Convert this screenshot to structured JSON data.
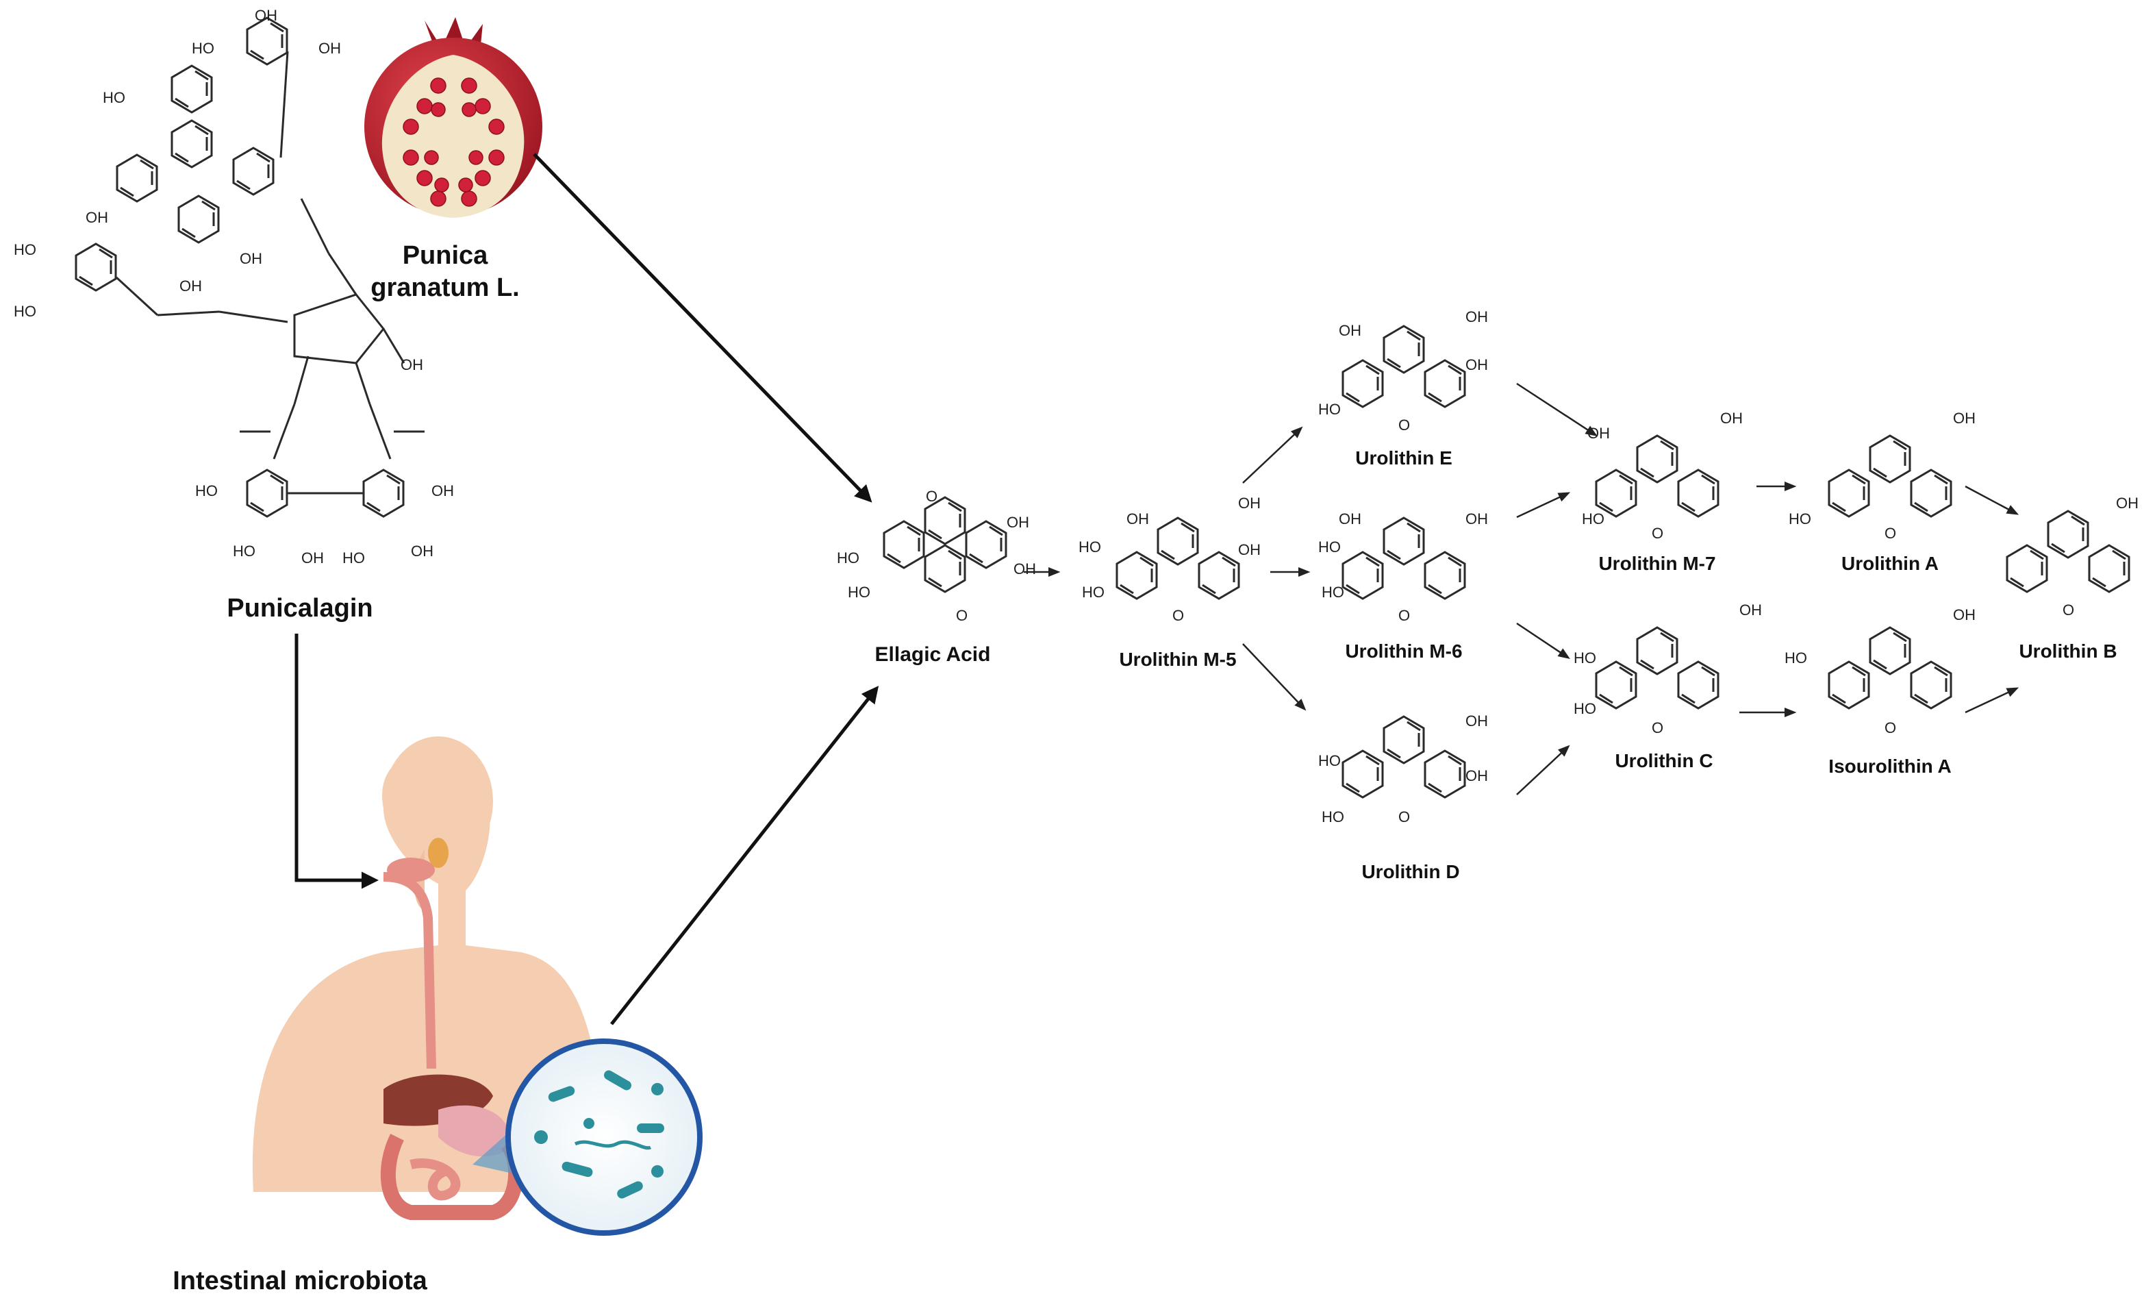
{
  "labels": {
    "punicalagin": "Punicalagin",
    "pomegranate_line1": "Punica",
    "pomegranate_line2": "granatum L.",
    "microbiota": "Intestinal microbiota",
    "ellagic_acid": "Ellagic Acid",
    "m5": "Urolithin M-5",
    "e": "Urolithin E",
    "m6": "Urolithin M-6",
    "d": "Urolithin D",
    "m7": "Urolithin M-7",
    "c": "Urolithin C",
    "a": "Urolithin A",
    "iso_a": "Isourolithin A",
    "b": "Urolithin B"
  },
  "atoms": {
    "oh": "OH",
    "ho": "HO",
    "o": "O"
  },
  "icons": {
    "pomegranate": "pomegranate-fruit-icon",
    "human": "human-digestive-system-icon",
    "bacteria": "bacteria-magnified-icon"
  },
  "colors": {
    "pomegranate_peel": "#b8202c",
    "aril": "#d0203a",
    "skin": "#f5cdb0",
    "liver": "#8a3a2e",
    "intestine": "#e58f86",
    "bacteria": "#2b8f9c",
    "lens_border": "#2357a6"
  }
}
